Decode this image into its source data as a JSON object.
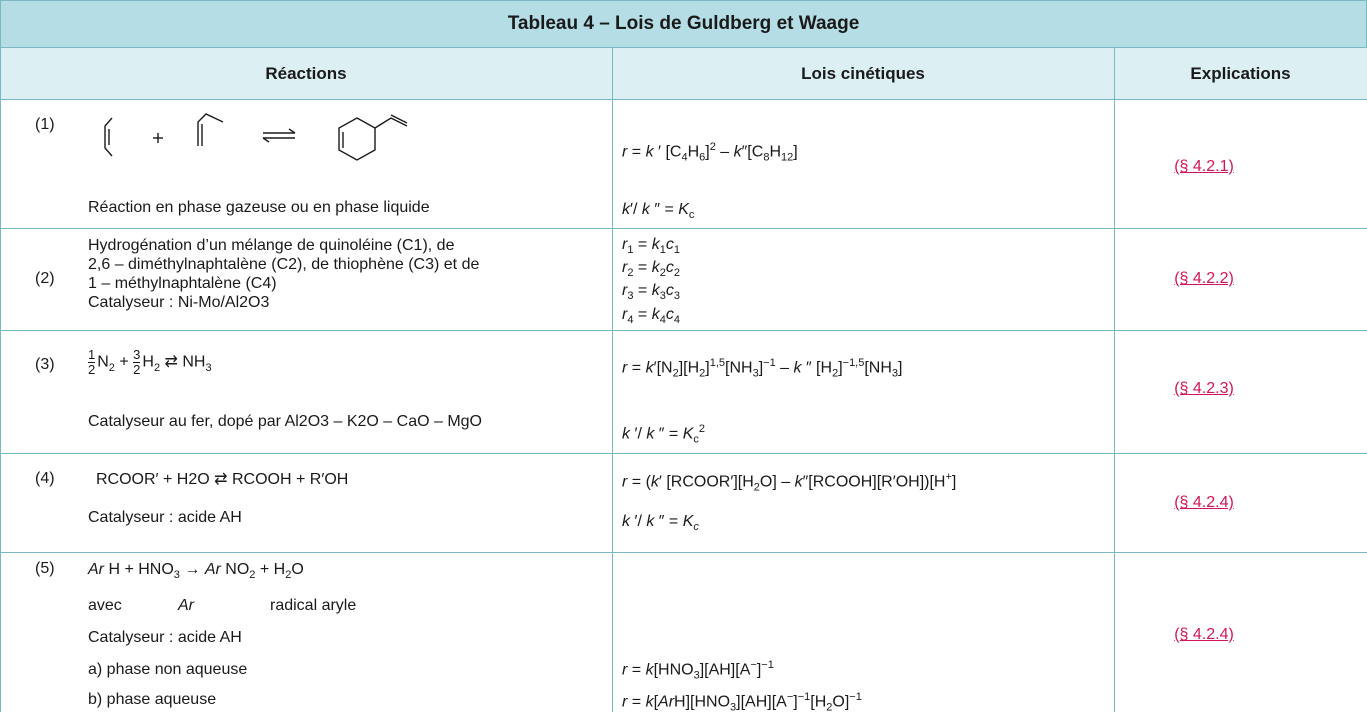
{
  "title": "Tableau 4 – Lois de Guldberg et Waage",
  "headers": {
    "reactions": "Réactions",
    "lois": "Lois cinétiques",
    "explications": "Explications"
  },
  "rows": [
    {
      "num": "(1)",
      "desc": "Réaction en phase gazeuse ou en phase liquide",
      "link": "(§ 4.2.1)"
    },
    {
      "num": "(2)",
      "lines": [
        "Hydrogénation d’un mélange de quinoléine (C1), de",
        "2,6 – diméthylnaphtalène (C2), de thiophène (C3) et de",
        "1 – méthylnaphtalène (C4)",
        "Catalyseur : Ni-Mo/Al2O3"
      ],
      "link": "(§ 4.2.2)"
    },
    {
      "num": "(3)",
      "desc": "Catalyseur au fer, dopé par Al2O3 – K2O – CaO – MgO",
      "link": "(§ 4.2.3)"
    },
    {
      "num": "(4)",
      "eq": "RCOOR′ + H2O ⇄ RCOOH + R′OH",
      "desc": "Catalyseur : acide AH",
      "link": "(§ 4.2.4)"
    },
    {
      "num": "(5)",
      "lines": [
        "avec",
        "Ar",
        "radical aryle",
        "Catalyseur : acide AH",
        "a) phase non aqueuse",
        "b) phase aqueuse"
      ],
      "link": "(§ 4.2.4)"
    }
  ]
}
